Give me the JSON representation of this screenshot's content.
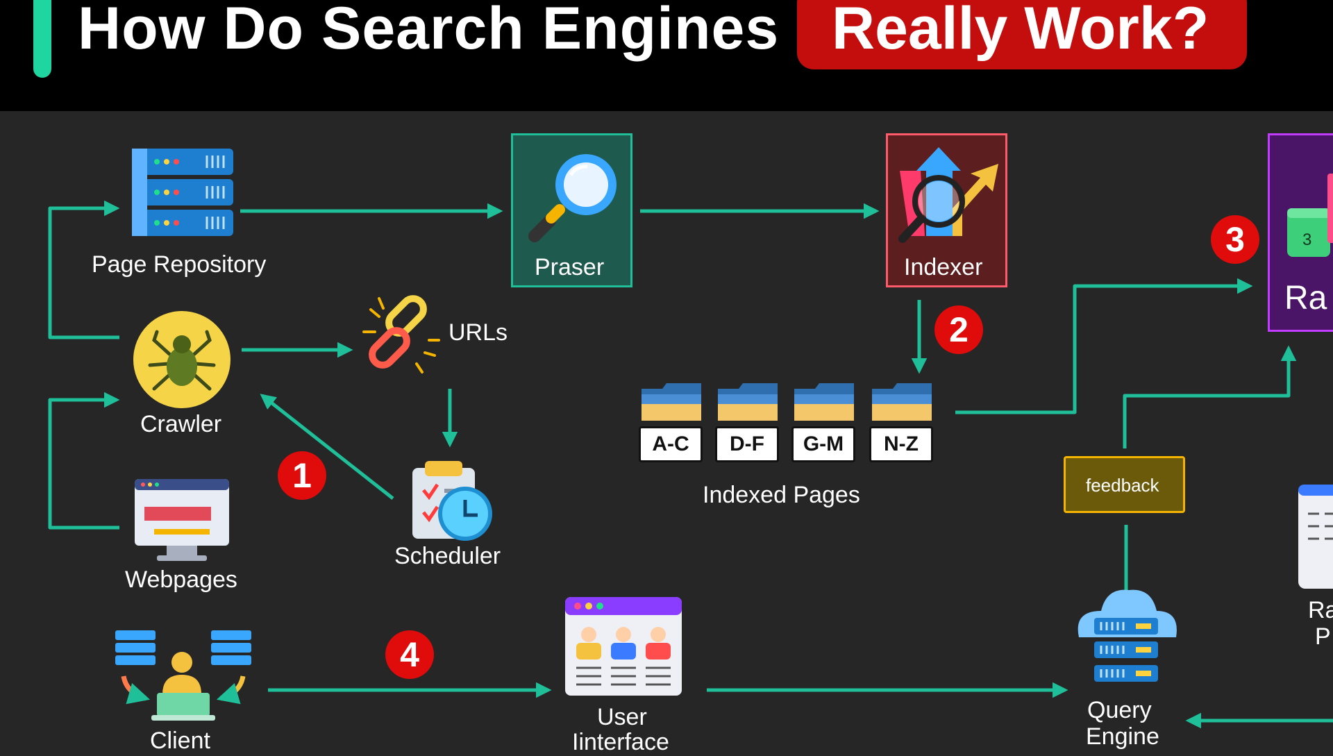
{
  "header": {
    "title": "How Do Search Engines",
    "highlight": "Really Work?"
  },
  "nodes": {
    "page_repository": "Page Repository",
    "crawler": "Crawler",
    "webpages": "Webpages",
    "urls": "URLs",
    "scheduler": "Scheduler",
    "parser": "Praser",
    "indexer": "Indexer",
    "indexed_pages": "Indexed Pages",
    "feedback": "feedback",
    "query_engine_line1": "Query",
    "query_engine_line2": "Engine",
    "user_interface_line1": "User",
    "user_interface_line2": "Iinterface",
    "client": "Client",
    "ranking_partial": "Ra",
    "ranked_pages_partial_1": "Ra",
    "ranked_pages_partial_2": "P"
  },
  "index_tabs": [
    "A-C",
    "D-F",
    "G-M",
    "N-Z"
  ],
  "steps": [
    "1",
    "2",
    "3",
    "4"
  ],
  "ranking_icon_number": "3",
  "colors": {
    "arrow": "#1fbf9a",
    "badge": "#e00b0b",
    "parser_fill": "#1f5a4e",
    "indexer_fill": "#5c1e1e",
    "ranking_fill": "#4a1566",
    "feedback_fill": "#6b5a0a"
  }
}
